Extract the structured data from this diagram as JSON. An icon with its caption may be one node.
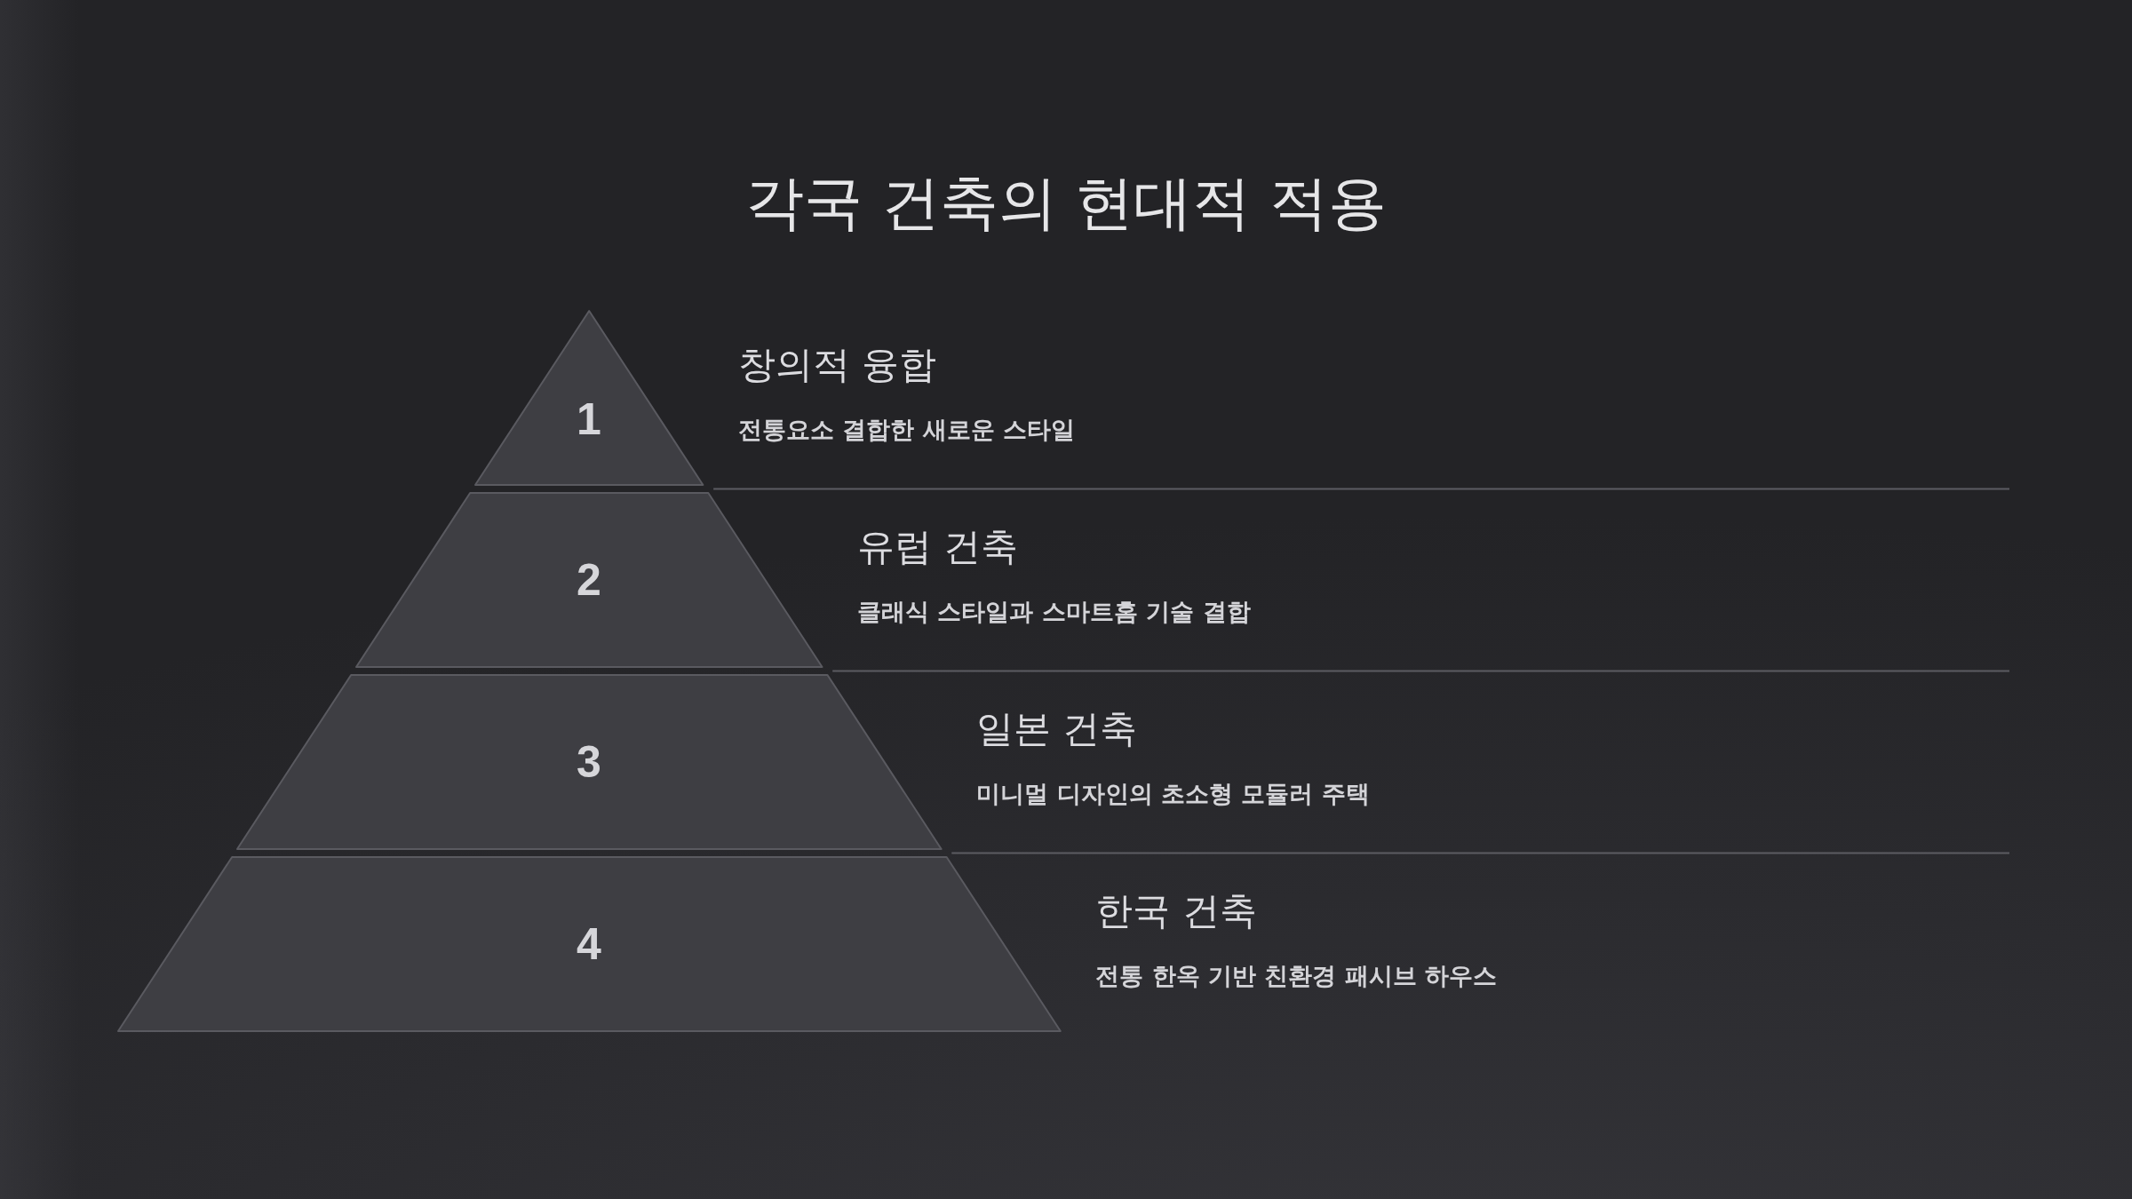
{
  "diagram": {
    "title": "각국 건축의 현대적 적용",
    "nodes": [
      {
        "text": [
          "1"
        ],
        "beside": [
          "창의적 융합",
          "전통요소 결합한 새로운 스타일"
        ]
      },
      {
        "text": [
          "2"
        ],
        "beside": [
          "유럽 건축",
          "클래식 스타일과 스마트홈 기술 결합"
        ]
      },
      {
        "text": [
          "3"
        ],
        "beside": [
          "일본 건축",
          "미니멀 디자인의 초소형 모듈러 주택"
        ]
      },
      {
        "text": [
          "4"
        ],
        "beside": [
          "한국 건축",
          "전통 한옥 기반 친환경 패시브 하우스"
        ]
      }
    ]
  }
}
